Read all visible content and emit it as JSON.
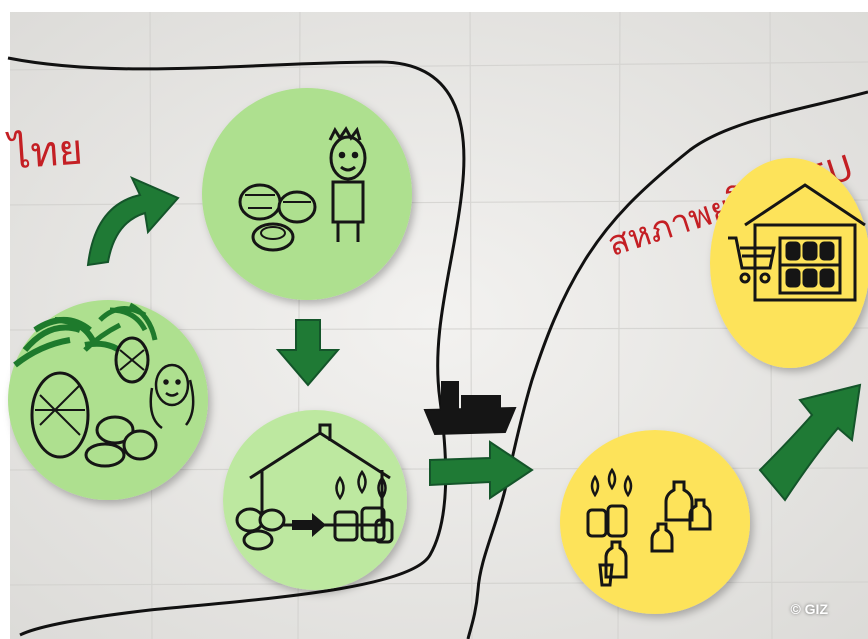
{
  "labels": {
    "thailand": "ไทย",
    "eu": "สหภาพยุโรป (EU"
  },
  "credit": "© GIZ",
  "colors": {
    "paper": "#f1f0ee",
    "green_note": "#aee08f",
    "green_note_light": "#bde8a0",
    "yellow_note": "#fde35a",
    "arrow_green": "#1f7a35",
    "ink": "#151515",
    "marker_red": "#c41f24"
  },
  "icons": [
    "palm-tree-icon",
    "coconut-icon",
    "person-icon",
    "woman-icon",
    "house-icon",
    "droplet-icon",
    "ship-icon",
    "shop-icon",
    "shopping-cart-icon",
    "bottle-icon",
    "jar-icon"
  ]
}
